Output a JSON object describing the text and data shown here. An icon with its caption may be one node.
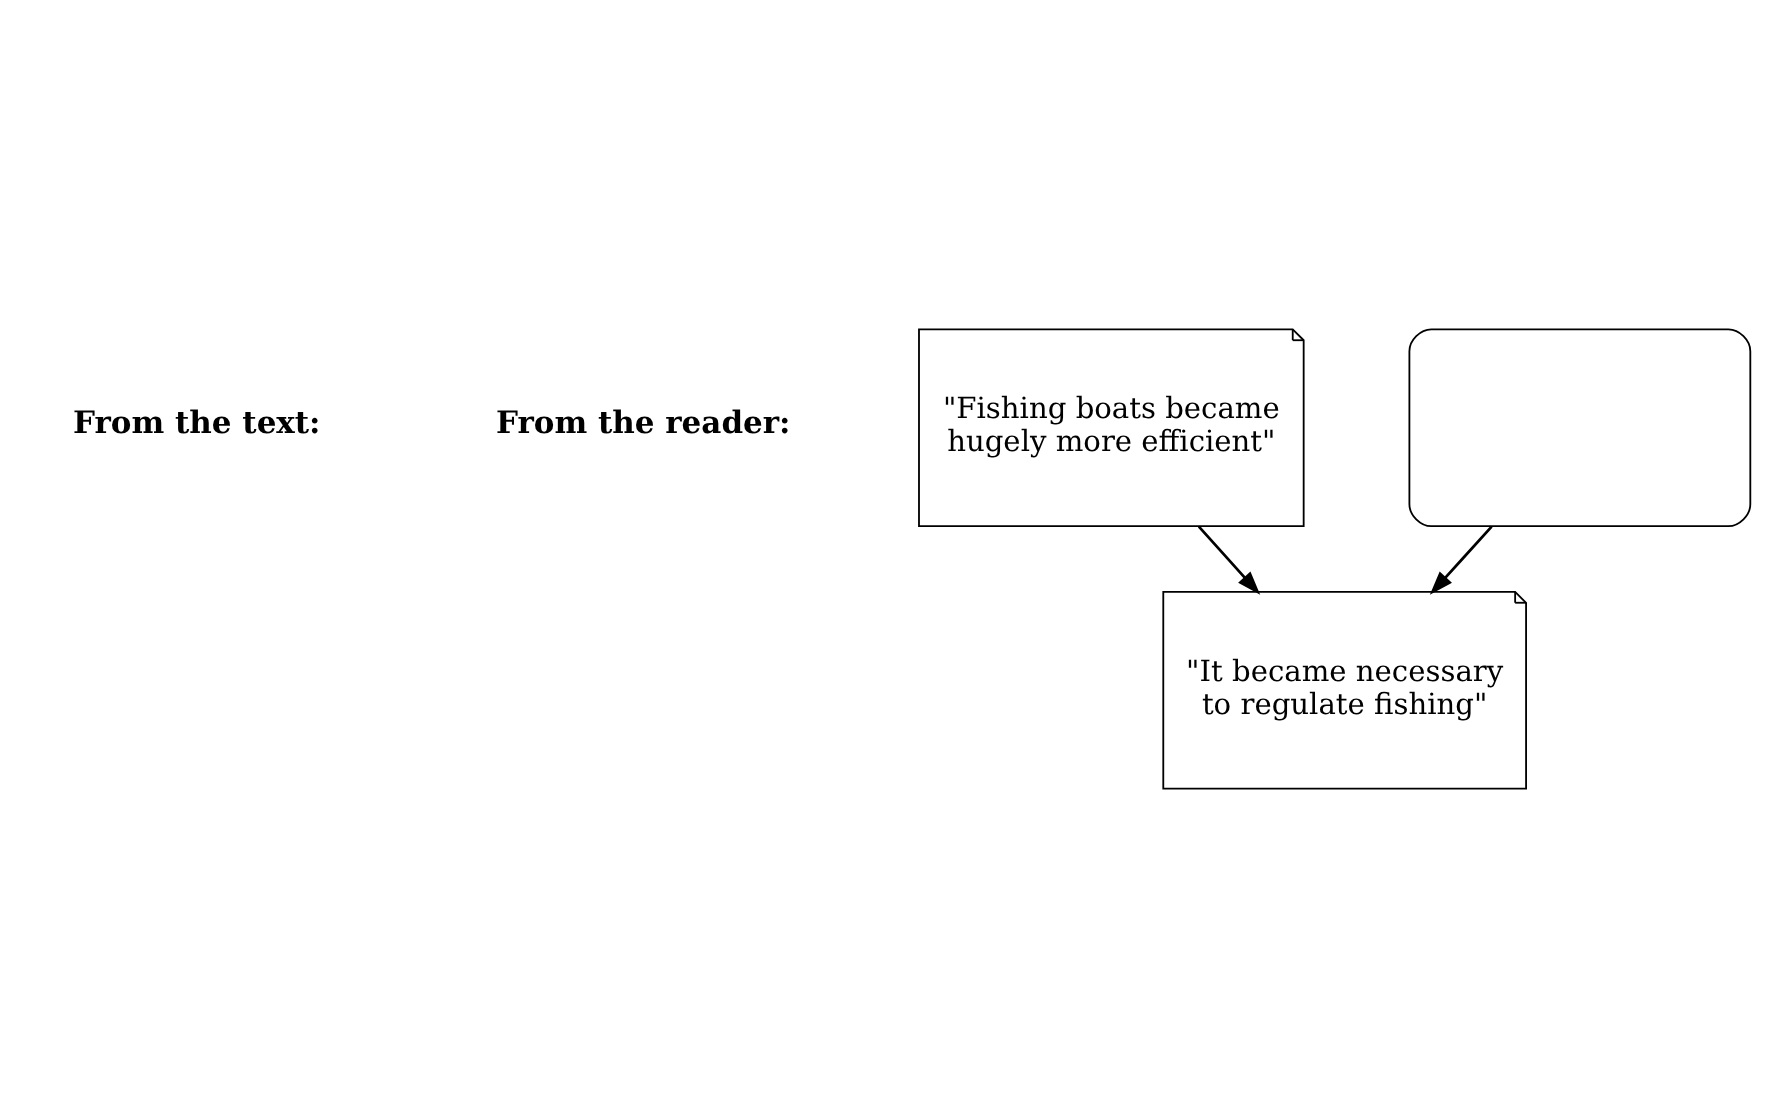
{
  "diagram": {
    "nodes": [
      {
        "text": [
          "\"Fishing boats became hugely more efficient\""
        ]
      },
      {
        "text": [],
        "shape": "box"
      },
      {
        "text": [
          "\"It became necessary to regulate fishing\""
        ]
      }
    ],
    "edges": [
      {
        "from": 0,
        "to": 2,
        "arrow": "to"
      },
      {
        "from": 1,
        "to": 2,
        "arrow": "to"
      }
    ],
    "labels": [
      "From the text:",
      "From the reader:"
    ]
  }
}
